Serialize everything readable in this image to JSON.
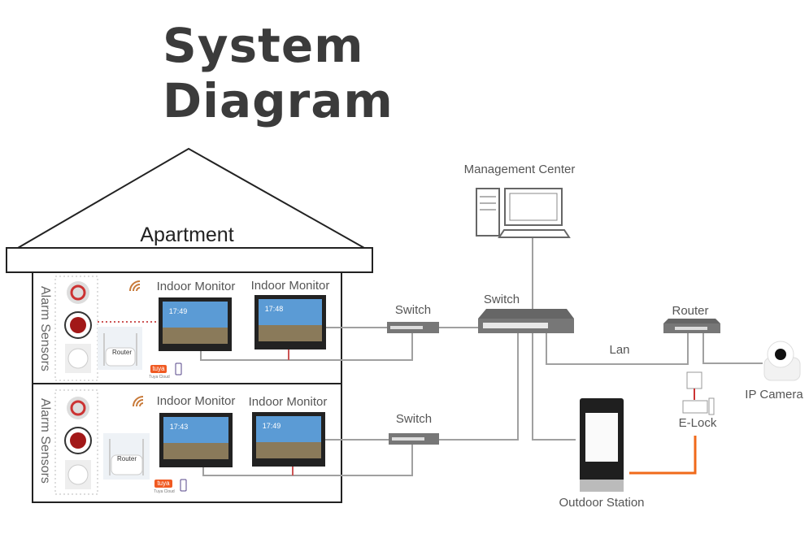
{
  "title": "System Diagram",
  "apartment": "Apartment",
  "floors": [
    {
      "sensors_label": "Alarm Sensors",
      "router": "Router",
      "cloud": "tuya",
      "cloud_caption": "Tuya Cloud",
      "monitors": [
        {
          "label": "Indoor Monitor",
          "time": "17:49"
        },
        {
          "label": "Indoor Monitor",
          "time": "17:48"
        }
      ]
    },
    {
      "sensors_label": "Alarm Sensors",
      "router": "Router",
      "cloud": "tuya",
      "cloud_caption": "Tuya Cloud",
      "monitors": [
        {
          "label": "Indoor Monitor",
          "time": "17:43"
        },
        {
          "label": "Indoor Monitor",
          "time": "17:49"
        }
      ]
    }
  ],
  "network": {
    "switch_floor1": "Switch",
    "switch_floor2": "Switch",
    "main_switch": "Switch",
    "management_center": "Management Center",
    "router": "Router",
    "lan": "Lan",
    "ip_camera": "IP Camera",
    "e_lock": "E-Lock",
    "outdoor_station": "Outdoor Station"
  },
  "colors": {
    "line": "#a0a0a0",
    "lock_wire": "#f06a1a",
    "wifi": "#c87a3a",
    "tuya": "#f05a22"
  }
}
